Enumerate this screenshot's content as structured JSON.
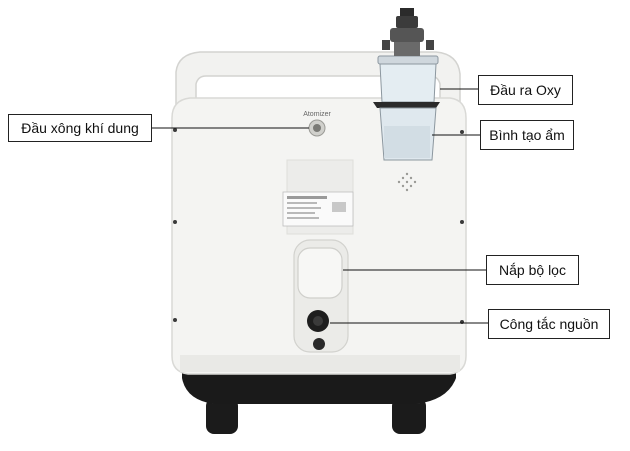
{
  "device": {
    "atomizer_label": "Atomizer",
    "colors": {
      "body": "#f4f4f2",
      "body_edge": "#d9d9d6",
      "base": "#1a1a1a",
      "bottle": "#dfe8ee"
    }
  },
  "callouts": {
    "atomizer": "Đầu xông khí dung",
    "oxygen_outlet": "Đầu ra Oxy",
    "humidifier_bottle": "Bình tạo ẩm",
    "filter_cover": "Nắp bộ lọc",
    "power_switch": "Công tắc nguồn"
  }
}
